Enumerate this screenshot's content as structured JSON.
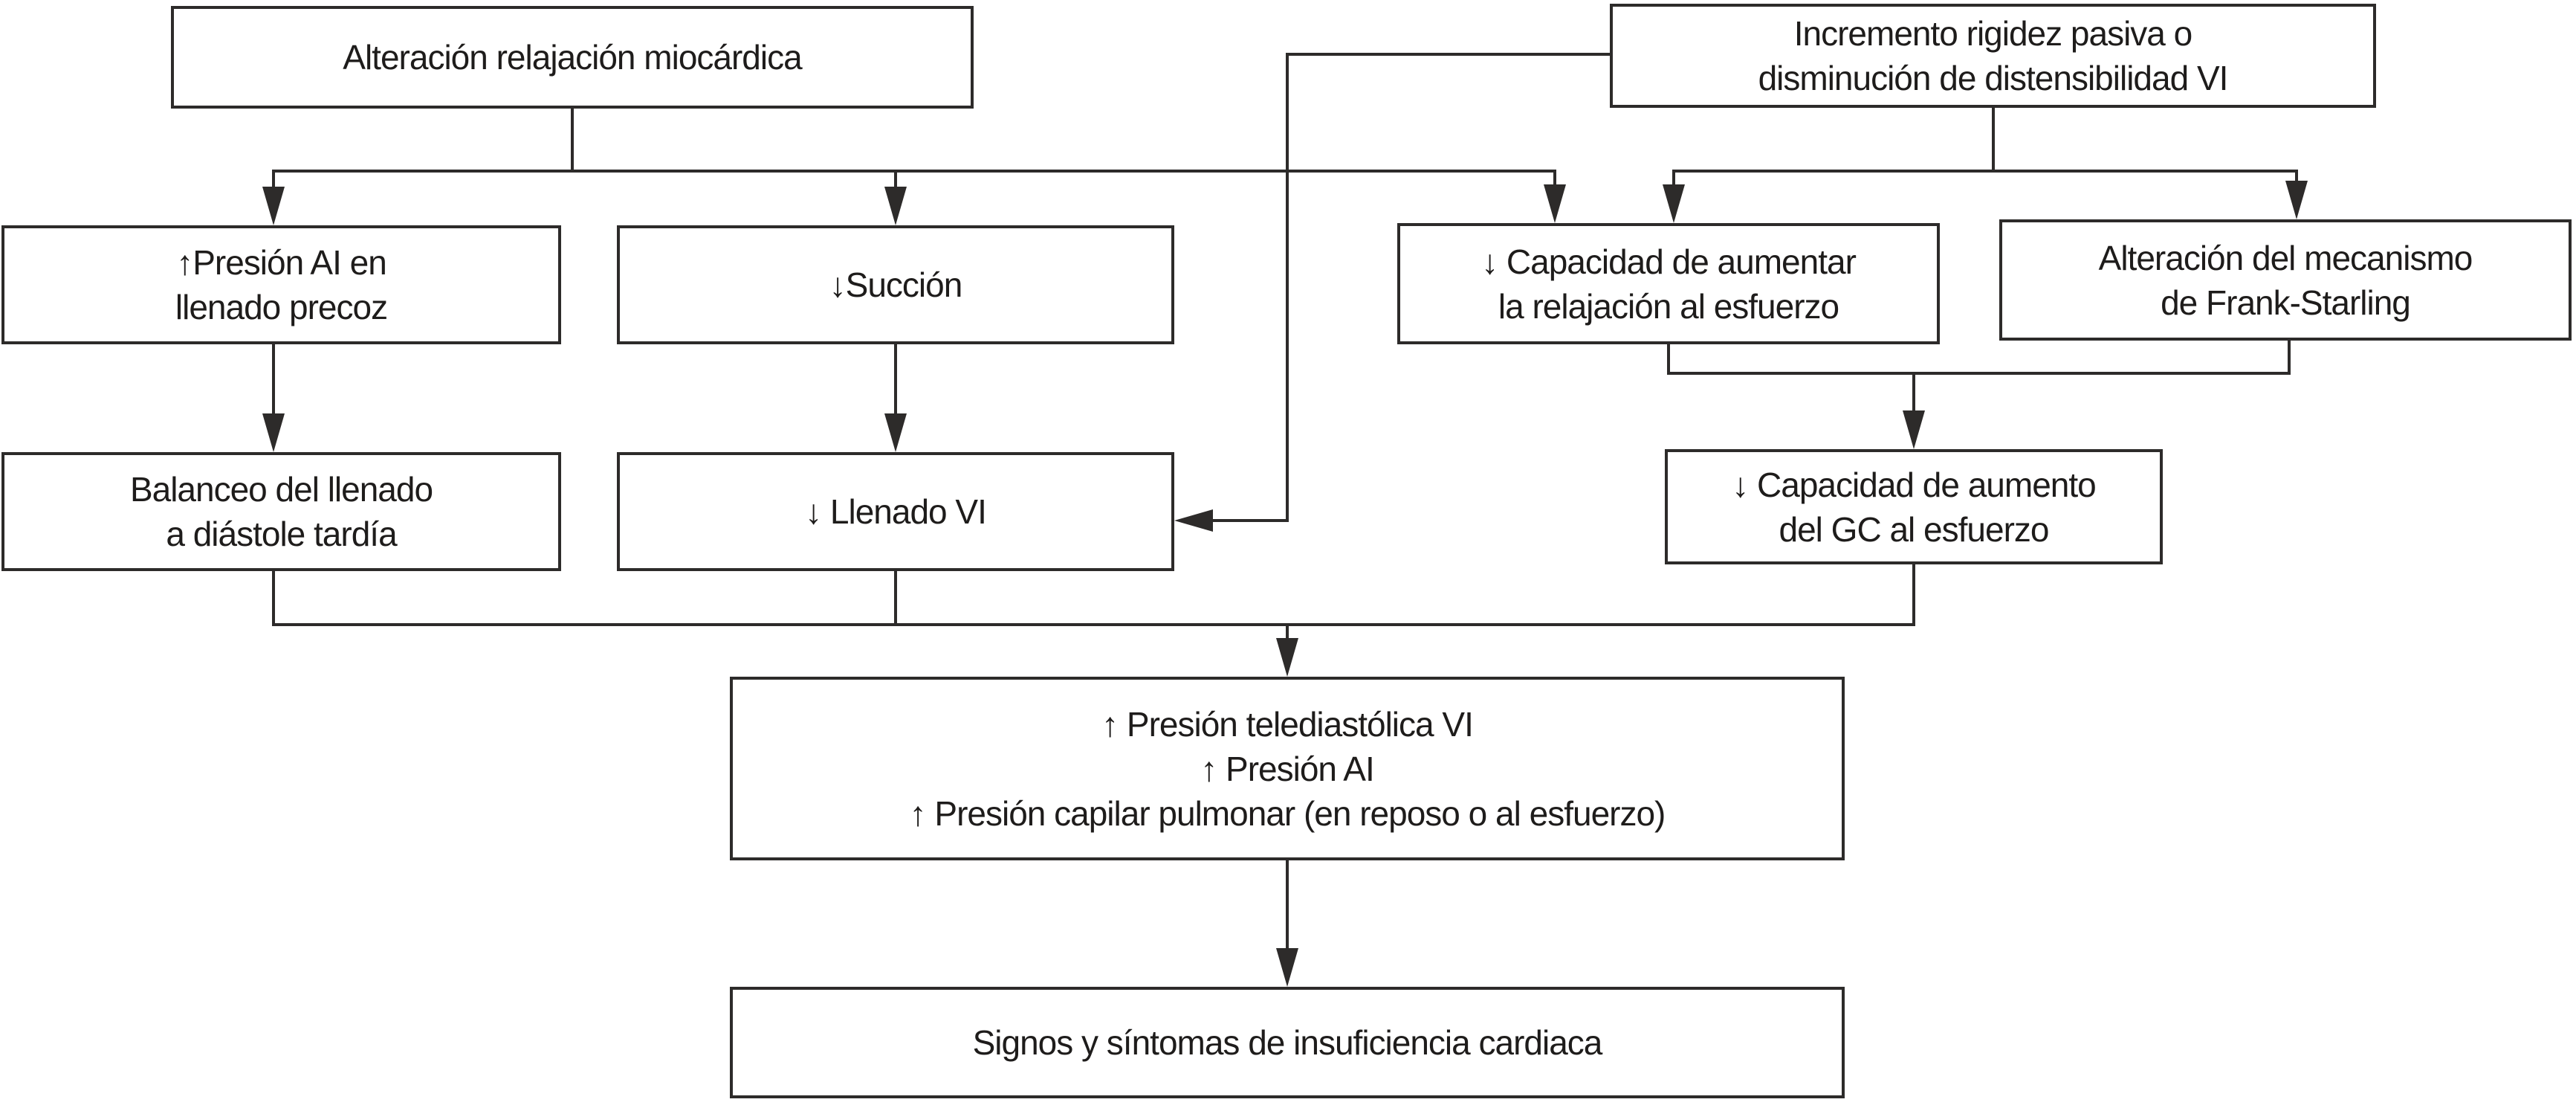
{
  "diagram": {
    "colors": {
      "line": "#2d2b2a",
      "text": "#1e1c1b",
      "background": "#ffffff"
    },
    "boxes": {
      "alteracion_relajacion": {
        "lines": [
          "Alteración relajación miocárdica"
        ]
      },
      "incremento_rigidez": {
        "lines": [
          "Incremento rigidez pasiva o",
          "disminución de distensibilidad VI"
        ]
      },
      "presion_ai_precoz": {
        "lines": [
          "↑Presión AI en",
          "llenado precoz"
        ]
      },
      "succion": {
        "lines": [
          "↓Succión"
        ]
      },
      "capacidad_aumentar_relajacion": {
        "lines": [
          "↓ Capacidad de aumentar",
          "la relajación al esfuerzo"
        ]
      },
      "frank_starling": {
        "lines": [
          "Alteración del mecanismo",
          "de Frank-Starling"
        ]
      },
      "balanceo_llenado": {
        "lines": [
          "Balanceo del llenado",
          "a diástole tardía"
        ]
      },
      "llenado_vi": {
        "lines": [
          "↓ Llenado VI"
        ]
      },
      "capacidad_aumento_gc": {
        "lines": [
          "↓ Capacidad de aumento",
          "del GC al esfuerzo"
        ]
      },
      "presiones": {
        "lines": [
          "↑ Presión telediastólica VI",
          "↑ Presión AI",
          "↑ Presión capilar pulmonar (en reposo o al esfuerzo)"
        ]
      },
      "signos_sintomas": {
        "lines": [
          "Signos y síntomas de insuficiencia cardiaca"
        ]
      }
    }
  }
}
